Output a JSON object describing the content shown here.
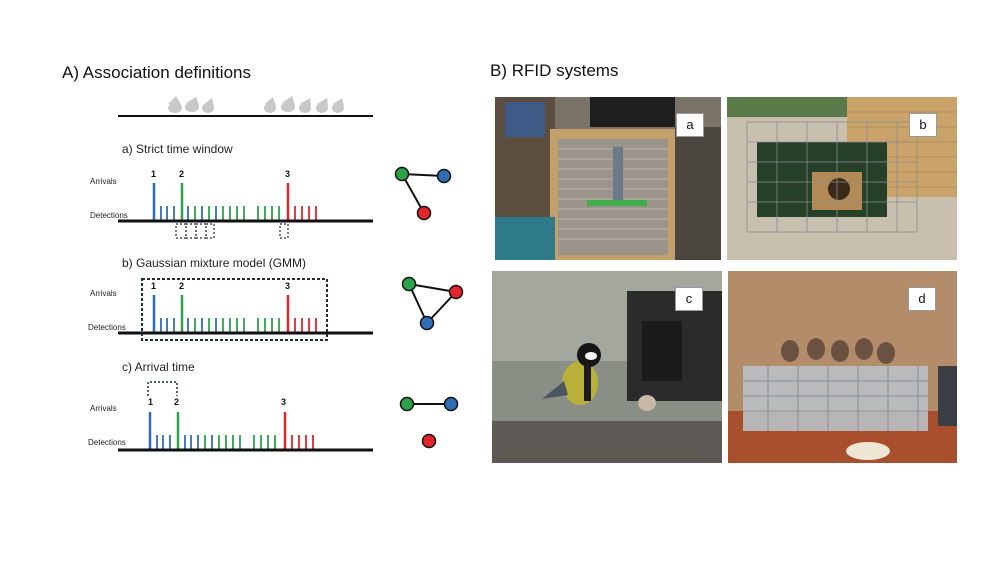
{
  "panel_a": {
    "title": "A) Association definitions",
    "subpanels": [
      {
        "title": "a) Strict time window",
        "arrivals_label": "Arrivals",
        "detections_label": "Detections",
        "numbers": [
          "1",
          "2",
          "3"
        ]
      },
      {
        "title": "b) Gaussian mixture model (GMM)",
        "arrivals_label": "Arrivals",
        "detections_label": "Detections",
        "numbers": [
          "1",
          "2",
          "3"
        ]
      },
      {
        "title": "c) Arrival time",
        "arrivals_label": "Arrivals",
        "detections_label": "Detections",
        "numbers": [
          "1",
          "2",
          "3"
        ]
      }
    ]
  },
  "panel_b": {
    "title": "B) RFID systems",
    "photos": [
      {
        "label": "a",
        "description_icon": "rfid-feeder-wooden-cabinet-photo"
      },
      {
        "label": "b",
        "description_icon": "rfid-cage-trap-green-photo"
      },
      {
        "label": "c",
        "description_icon": "great-tit-on-feeder-photo"
      },
      {
        "label": "d",
        "description_icon": "sparrows-on-cage-photo"
      }
    ]
  },
  "colors": {
    "blue": "#2f6db5",
    "green": "#2aa24a",
    "red": "#e0262a",
    "line": "#111111",
    "dotted": "#1f2a44"
  }
}
